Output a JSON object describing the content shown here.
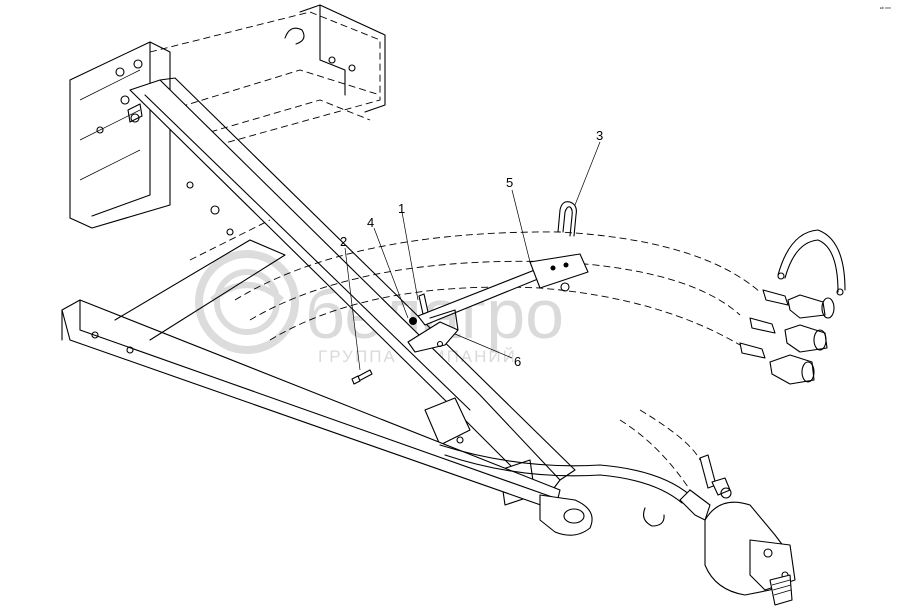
{
  "corner_mark": "ᵉᵇ ᵒᵒᵒ",
  "watermark": {
    "brand": "белагро",
    "subtitle": "ГРУППА КОМПАНИЙ"
  },
  "callouts": [
    {
      "id": "1",
      "label": "1"
    },
    {
      "id": "2",
      "label": "2"
    },
    {
      "id": "3",
      "label": "3"
    },
    {
      "id": "4",
      "label": "4"
    },
    {
      "id": "5",
      "label": "5"
    },
    {
      "id": "6",
      "label": "6"
    }
  ]
}
